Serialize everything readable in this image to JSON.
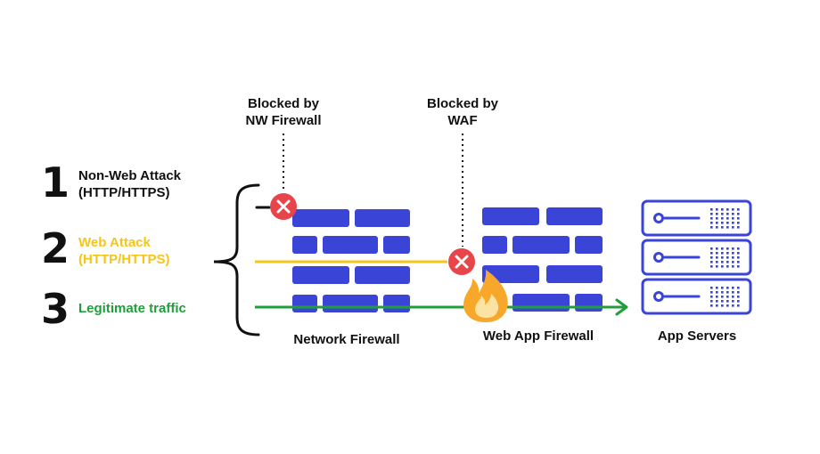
{
  "attacks": [
    {
      "number": "1",
      "label_line1": "Non-Web Attack",
      "label_line2": "(HTTP/HTTPS)",
      "color": "#111111"
    },
    {
      "number": "2",
      "label_line1": "Web Attack",
      "label_line2": "(HTTP/HTTPS)",
      "color": "#f5c518"
    },
    {
      "number": "3",
      "label_line1": "Legitimate traffic",
      "label_line2": "",
      "color": "#1f9e3a"
    }
  ],
  "blocked": [
    {
      "line1": "Blocked by",
      "line2": "NW Firewall"
    },
    {
      "line1": "Blocked by",
      "line2": "WAF"
    }
  ],
  "components": {
    "network_firewall": "Network Firewall",
    "web_app_firewall": "Web App Firewall",
    "app_servers": "App Servers"
  },
  "colors": {
    "brick": "#3a45d8",
    "block_marker": "#e8454a",
    "flame_outer": "#f7a72a",
    "flame_inner": "#fde3a3"
  },
  "icons": {
    "block_marker": "x-circle-icon",
    "flame": "flame-icon",
    "server": "server-rack-icon",
    "arrow": "arrow-right-icon"
  }
}
